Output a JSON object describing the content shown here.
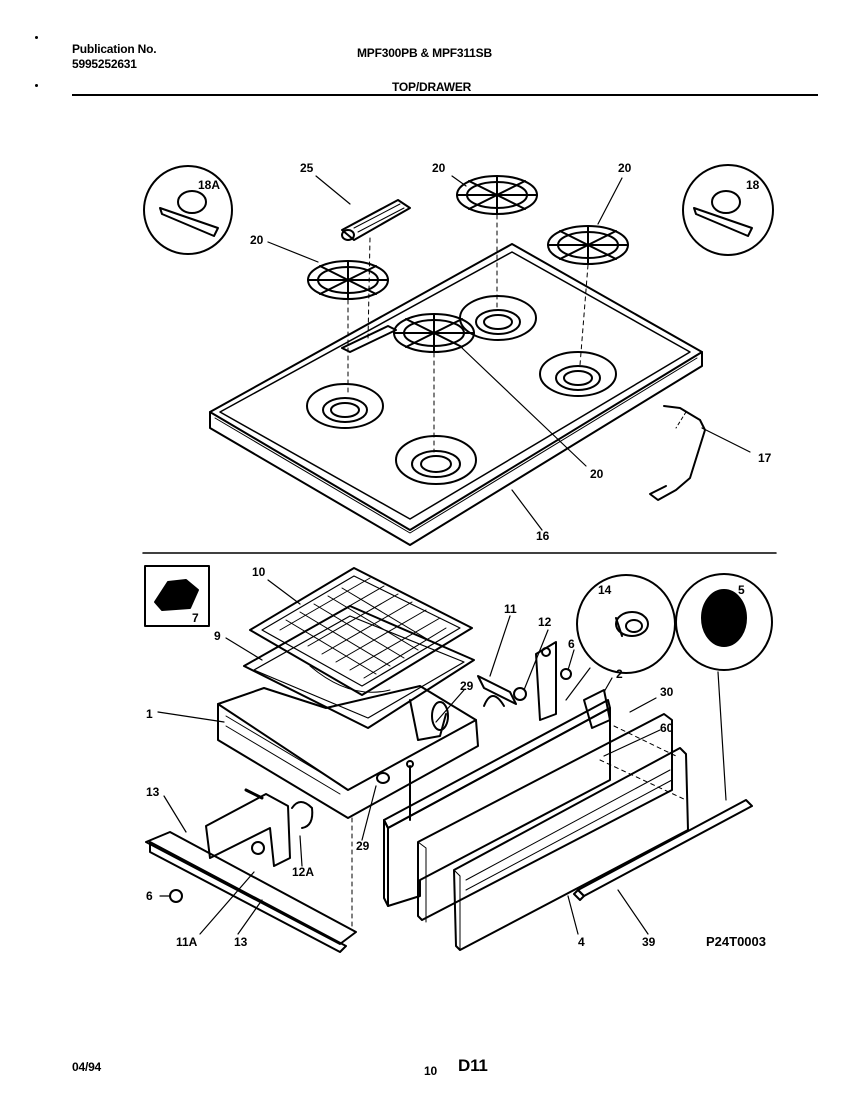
{
  "header": {
    "publication_label": "Publication No.",
    "publication_number": "5995252631",
    "models": "MPF300PB & MPF311SB",
    "section_title": "TOP/DRAWER"
  },
  "diagram": {
    "drawing_id": "P24T0003",
    "callouts": {
      "c18A": "18A",
      "c25": "25",
      "c20a": "20",
      "c20b": "20",
      "c20c": "20",
      "c20d": "20",
      "c18": "18",
      "c17": "17",
      "c16": "16",
      "c10": "10",
      "c7": "7",
      "c9": "9",
      "c11": "11",
      "c12": "12",
      "c6a": "6",
      "c14": "14",
      "c5": "5",
      "c2": "2",
      "c30": "30",
      "c60": "60",
      "c1": "1",
      "c29a": "29",
      "c29b": "29",
      "c13a": "13",
      "c12A": "12A",
      "c6b": "6",
      "c11A": "11A",
      "c13b": "13",
      "c4": "4",
      "c39": "39"
    }
  },
  "footer": {
    "date": "04/94",
    "page_number": "10",
    "page_code": "D11"
  }
}
